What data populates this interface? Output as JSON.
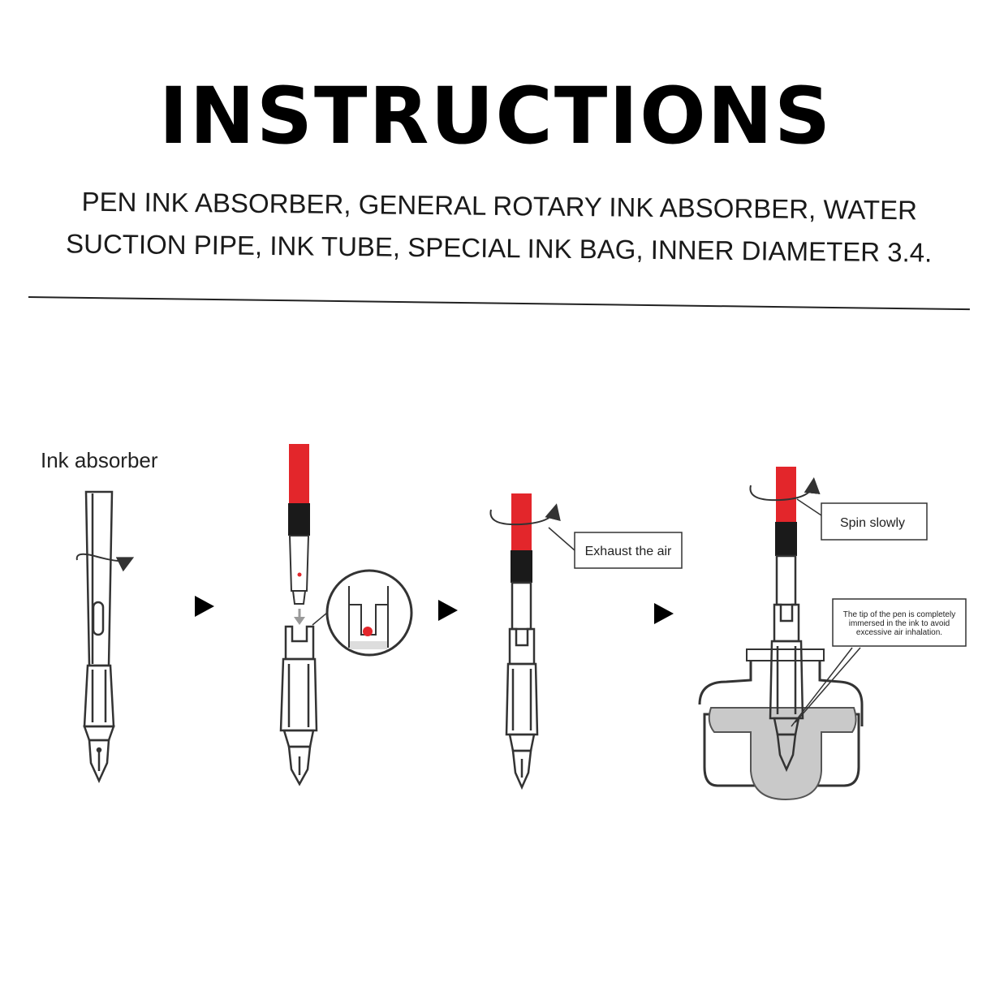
{
  "header": {
    "title": "INSTRUCTIONS",
    "subtitle": "PEN INK ABSORBER, GENERAL ROTARY INK ABSORBER, WATER SUCTION PIPE, INK TUBE, SPECIAL INK BAG, INNER DIAMETER 3.4."
  },
  "steps": {
    "step1_label": "Ink absorber",
    "step3_callout": "Exhaust the air",
    "step4_callout": "Spin slowly",
    "step4_note_line1": "The tip of the pen is completely",
    "step4_note_line2": "immersed in the ink to avoid",
    "step4_note_line3": "excessive air inhalation."
  },
  "colors": {
    "ink_tube": "#e3262b",
    "ink_fill": "#c9c9c9",
    "line": "#333333",
    "arrow": "#000000"
  },
  "icons": [
    "pen-icon",
    "rotate-arrow-icon",
    "play-arrow-icon",
    "ink-bottle-icon",
    "magnifier-circle-icon"
  ]
}
